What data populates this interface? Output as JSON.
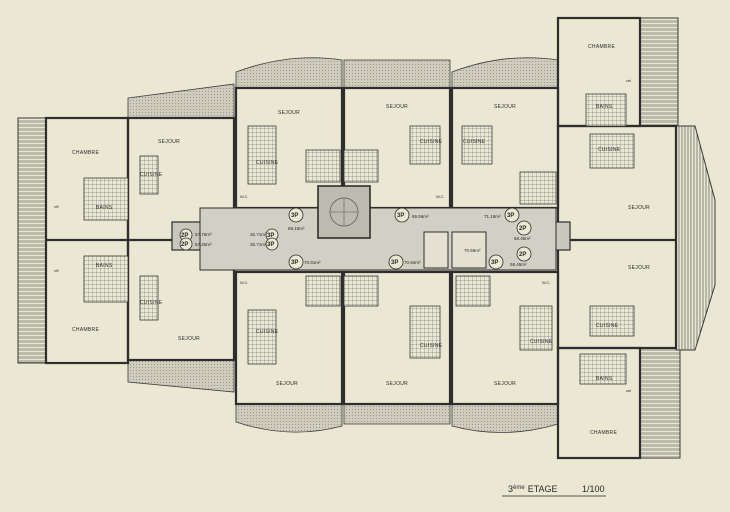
{
  "plan": {
    "floor_label": "3ème ETAGE",
    "floor_sup": "ème",
    "floor_num": "3",
    "floor_word": "ETAGE",
    "scale": "1/100"
  },
  "rooms": {
    "chambre": "CHAMBRE",
    "sejour": "SEJOUR",
    "cuisine": "CUISINE",
    "bains": "BAINS",
    "wc": "W.C.",
    "cel": "cel",
    "ref": "réf"
  },
  "badges": {
    "p2": "2P",
    "p3": "3P"
  },
  "areas": {
    "a1": "57.75m²",
    "a2": "57.25m²",
    "a3": "35.71m²",
    "a4": "35.71m²",
    "a5": "69.18m²",
    "a6": "70.91m²",
    "a7": "69.56m²",
    "a8": "70.94m²",
    "a9": "71.18m²",
    "a10": "70.56m²",
    "a11": "58.45m²",
    "a12": "58.45m²"
  },
  "colors": {
    "paper": "#eae7d3",
    "wall": "#3a3a3a",
    "corridor": "#c9c6bb",
    "terrace_hatch": "#7a7a72",
    "ink": "#2a2a2a"
  }
}
